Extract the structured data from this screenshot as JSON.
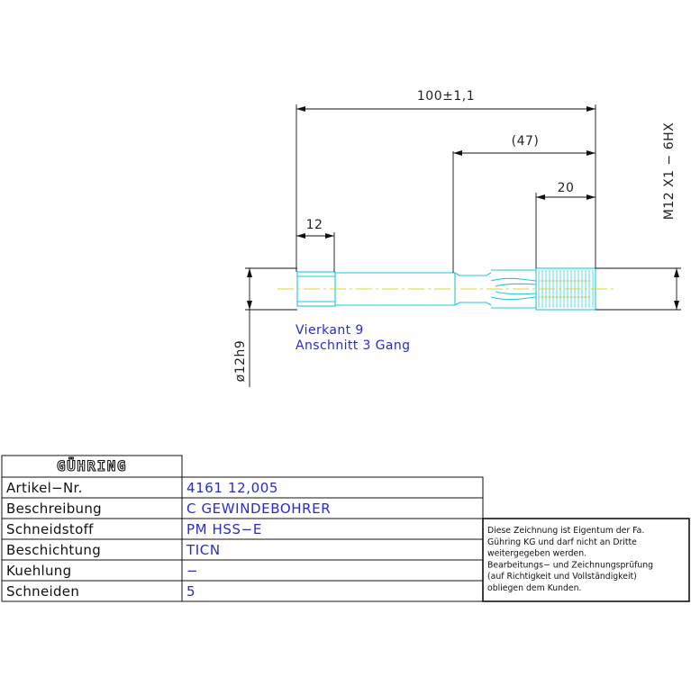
{
  "drawing": {
    "dimensions": {
      "overall_length": "100±1,1",
      "shank_length": "(47)",
      "thread_length": "20",
      "square_length": "12",
      "thread_spec": "M12  X1 − 6HX",
      "shank_diameter": "ø12h9"
    },
    "notes": {
      "square": "Vierkant  9",
      "chamfer": "Anschnitt  3  Gang"
    },
    "colors": {
      "tool_outline": "#1fc7dd",
      "centerline": "#d8d82a",
      "thread": "#e0c020",
      "dimension": "#111111",
      "annotation": "#2a2ad0"
    }
  },
  "title_block": {
    "brand": "GÜHRING",
    "rows": [
      {
        "label": "Artikel−Nr.",
        "value": "4161  12,005"
      },
      {
        "label": "Beschreibung",
        "value": "C  GEWINDEBOHRER"
      },
      {
        "label": "Schneidstoff",
        "value": "PM  HSS−E"
      },
      {
        "label": "Beschichtung",
        "value": "TICN"
      },
      {
        "label": "Kuehlung",
        "value": "−"
      },
      {
        "label": "Schneiden",
        "value": "5"
      }
    ],
    "legal_lines": [
      "Diese Zeichnung ist Eigentum der Fa.",
      "Gühring KG und darf nicht an Dritte",
      "weitergegeben werden.",
      "Bearbeitungs− und Zeichnungsprüfung",
      "(auf Richtigkeit und Vollständigkeit)",
      "obliegen dem Kunden."
    ]
  }
}
